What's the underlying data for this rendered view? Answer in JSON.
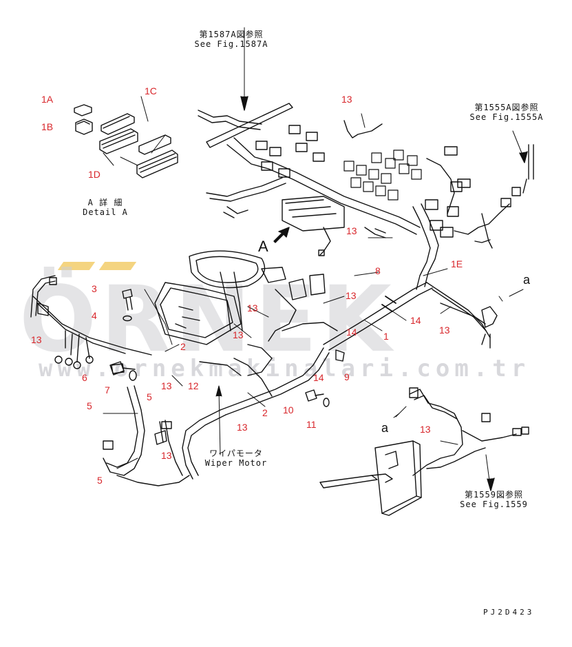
{
  "watermark": {
    "brand": "ÖRNEK",
    "url": "www.ornekmakinalari.com.tr"
  },
  "callouts": [
    {
      "id": "c1A",
      "text": "1A"
    },
    {
      "id": "c1B",
      "text": "1B"
    },
    {
      "id": "c1C",
      "text": "1C"
    },
    {
      "id": "c1D",
      "text": "1D"
    },
    {
      "id": "c13a",
      "text": "13"
    },
    {
      "id": "c13b",
      "text": "13"
    },
    {
      "id": "c1E",
      "text": "1E"
    },
    {
      "id": "c8",
      "text": "8"
    },
    {
      "id": "c3",
      "text": "3"
    },
    {
      "id": "c4",
      "text": "4"
    },
    {
      "id": "c13c",
      "text": "13"
    },
    {
      "id": "c13d",
      "text": "13"
    },
    {
      "id": "c13e",
      "text": "13"
    },
    {
      "id": "c14a",
      "text": "14"
    },
    {
      "id": "c14b",
      "text": "14"
    },
    {
      "id": "c1",
      "text": "1"
    },
    {
      "id": "c13f",
      "text": "13"
    },
    {
      "id": "c13g",
      "text": "13"
    },
    {
      "id": "c2a",
      "text": "2"
    },
    {
      "id": "c6",
      "text": "6"
    },
    {
      "id": "c7",
      "text": "7"
    },
    {
      "id": "c13h",
      "text": "13"
    },
    {
      "id": "c12",
      "text": "12"
    },
    {
      "id": "c14c",
      "text": "14"
    },
    {
      "id": "c9",
      "text": "9"
    },
    {
      "id": "c5a",
      "text": "5"
    },
    {
      "id": "c5b",
      "text": "5"
    },
    {
      "id": "c10",
      "text": "10"
    },
    {
      "id": "c2b",
      "text": "2"
    },
    {
      "id": "c11",
      "text": "11"
    },
    {
      "id": "c13i",
      "text": "13"
    },
    {
      "id": "c13j",
      "text": "13"
    },
    {
      "id": "c5c",
      "text": "5"
    },
    {
      "id": "c13k",
      "text": "13"
    }
  ],
  "refs": {
    "fig1587": {
      "jp": "第1587A図参照",
      "en": "See Fig.1587A"
    },
    "fig1555": {
      "jp": "第1555A図参照",
      "en": "See Fig.1555A"
    },
    "fig1559": {
      "jp": "第1559図参照",
      "en": "See Fig.1559"
    },
    "detailA": {
      "jp": "A 詳 細",
      "en": "Detail A"
    },
    "wiper": {
      "jp": "ワイパモータ",
      "en": "Wiper Motor"
    }
  },
  "view_letters": {
    "A": "A",
    "a_top": "a",
    "a_bottom": "a"
  },
  "drawing_code": "PJ2D423"
}
